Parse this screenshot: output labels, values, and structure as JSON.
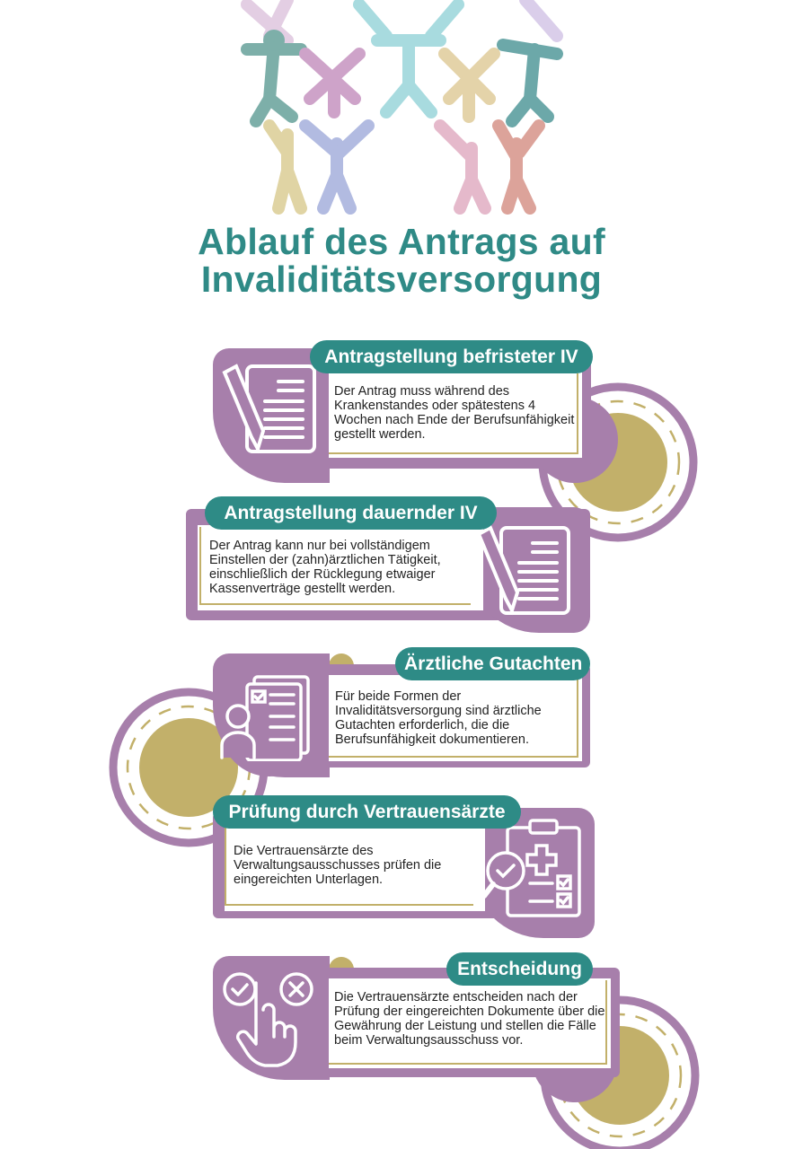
{
  "header": {
    "title_line1": "Ablauf des Antrags auf",
    "title_line2": "Invaliditätsversorgung"
  },
  "colors": {
    "purple": "#a77fab",
    "teal": "#2e8b86",
    "gold": "#c2b06a",
    "title": "#2f8a86"
  },
  "steps": [
    {
      "title": "Antragstellung befristeter IV",
      "text": "Der Antrag muss während des Krankenstandes oder spätestens 4 Wochen nach Ende der Berufsunfähigkeit gestellt werden.",
      "icon": "document-pencil-icon"
    },
    {
      "title": "Antragstellung dauernder IV",
      "text": "Der Antrag kann nur bei  vollständigem Einstellen der (zahn)ärztlichen Tätigkeit, einschließlich der Rücklegung etwaiger Kassenverträge gestellt werden.",
      "icon": "document-pencil-icon"
    },
    {
      "title": "Ärztliche Gutachten",
      "text": "Für beide Formen der Invaliditätsversorgung sind ärztliche Gutachten erforderlich, die die Berufsunfähigkeit dokumentieren.",
      "icon": "medical-report-person-icon"
    },
    {
      "title": "Prüfung durch Vertrauensärzte",
      "text": "Die Vertrauensärzte des Verwaltungsausschusses prüfen die eingereichten Unterlagen.",
      "icon": "clipboard-magnifier-icon"
    },
    {
      "title": "Entscheidung",
      "text": "Die Vertrauensärzte entscheiden nach der Prüfung der eingereichten Dokumente über die Gewährung der Leistung und stellen die Fälle beim Verwaltungsausschuss vor.",
      "icon": "approve-reject-hand-icon"
    }
  ]
}
